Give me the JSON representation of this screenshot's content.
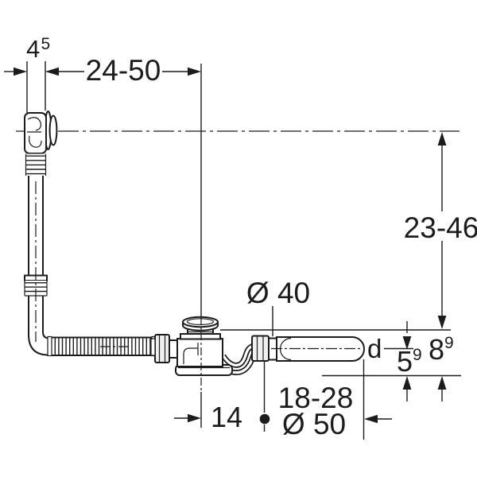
{
  "drawing": {
    "background": "#ffffff",
    "line_color": "#1c1c1c",
    "labels": {
      "wall_gap_main": "4",
      "wall_gap_sup": "5",
      "horizontal_range": "24-50",
      "vertical_range": "23-46",
      "pipe_diameter": "Ø 40",
      "pipe_end": "d",
      "offset_small_main": "5",
      "offset_small_sup": "9",
      "offset_large_main": "8",
      "offset_large_sup": "9",
      "valve_offset": "14",
      "outlet_range": "18-28",
      "outlet_diameter": "Ø 50"
    }
  }
}
